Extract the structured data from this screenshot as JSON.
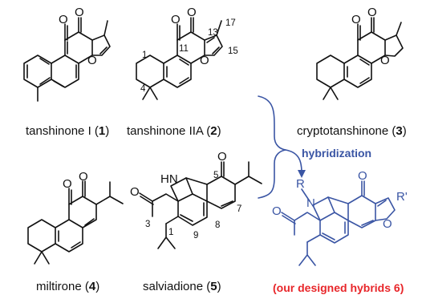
{
  "compounds": [
    {
      "name": "tanshinone I (",
      "num": "1",
      "close": ")"
    },
    {
      "name": "tanshinone IIA (",
      "num": "2",
      "close": ")"
    },
    {
      "name": "cryptotanshinone (",
      "num": "3",
      "close": ")"
    },
    {
      "name": "miltirone (",
      "num": "4",
      "close": ")"
    },
    {
      "name": "salviadione (",
      "num": "5",
      "close": ")"
    }
  ],
  "hybridization_label": "hybridization",
  "designed_label": "(our designed hybrids 6)",
  "atoms": {
    "O": "O",
    "HN": "HN",
    "N": "N",
    "R": "R",
    "R_prime": "R'"
  },
  "numbering": {
    "n1": "1",
    "n4": "4",
    "n11": "11",
    "n13": "13",
    "n15": "15",
    "n17": "17",
    "s1": "1",
    "s3": "3",
    "s5": "5",
    "s7": "7",
    "s8": "8",
    "s9": "9"
  },
  "colors": {
    "structure": "#111111",
    "hybrid": "#3a55a4",
    "highlight": "#e8262a"
  }
}
